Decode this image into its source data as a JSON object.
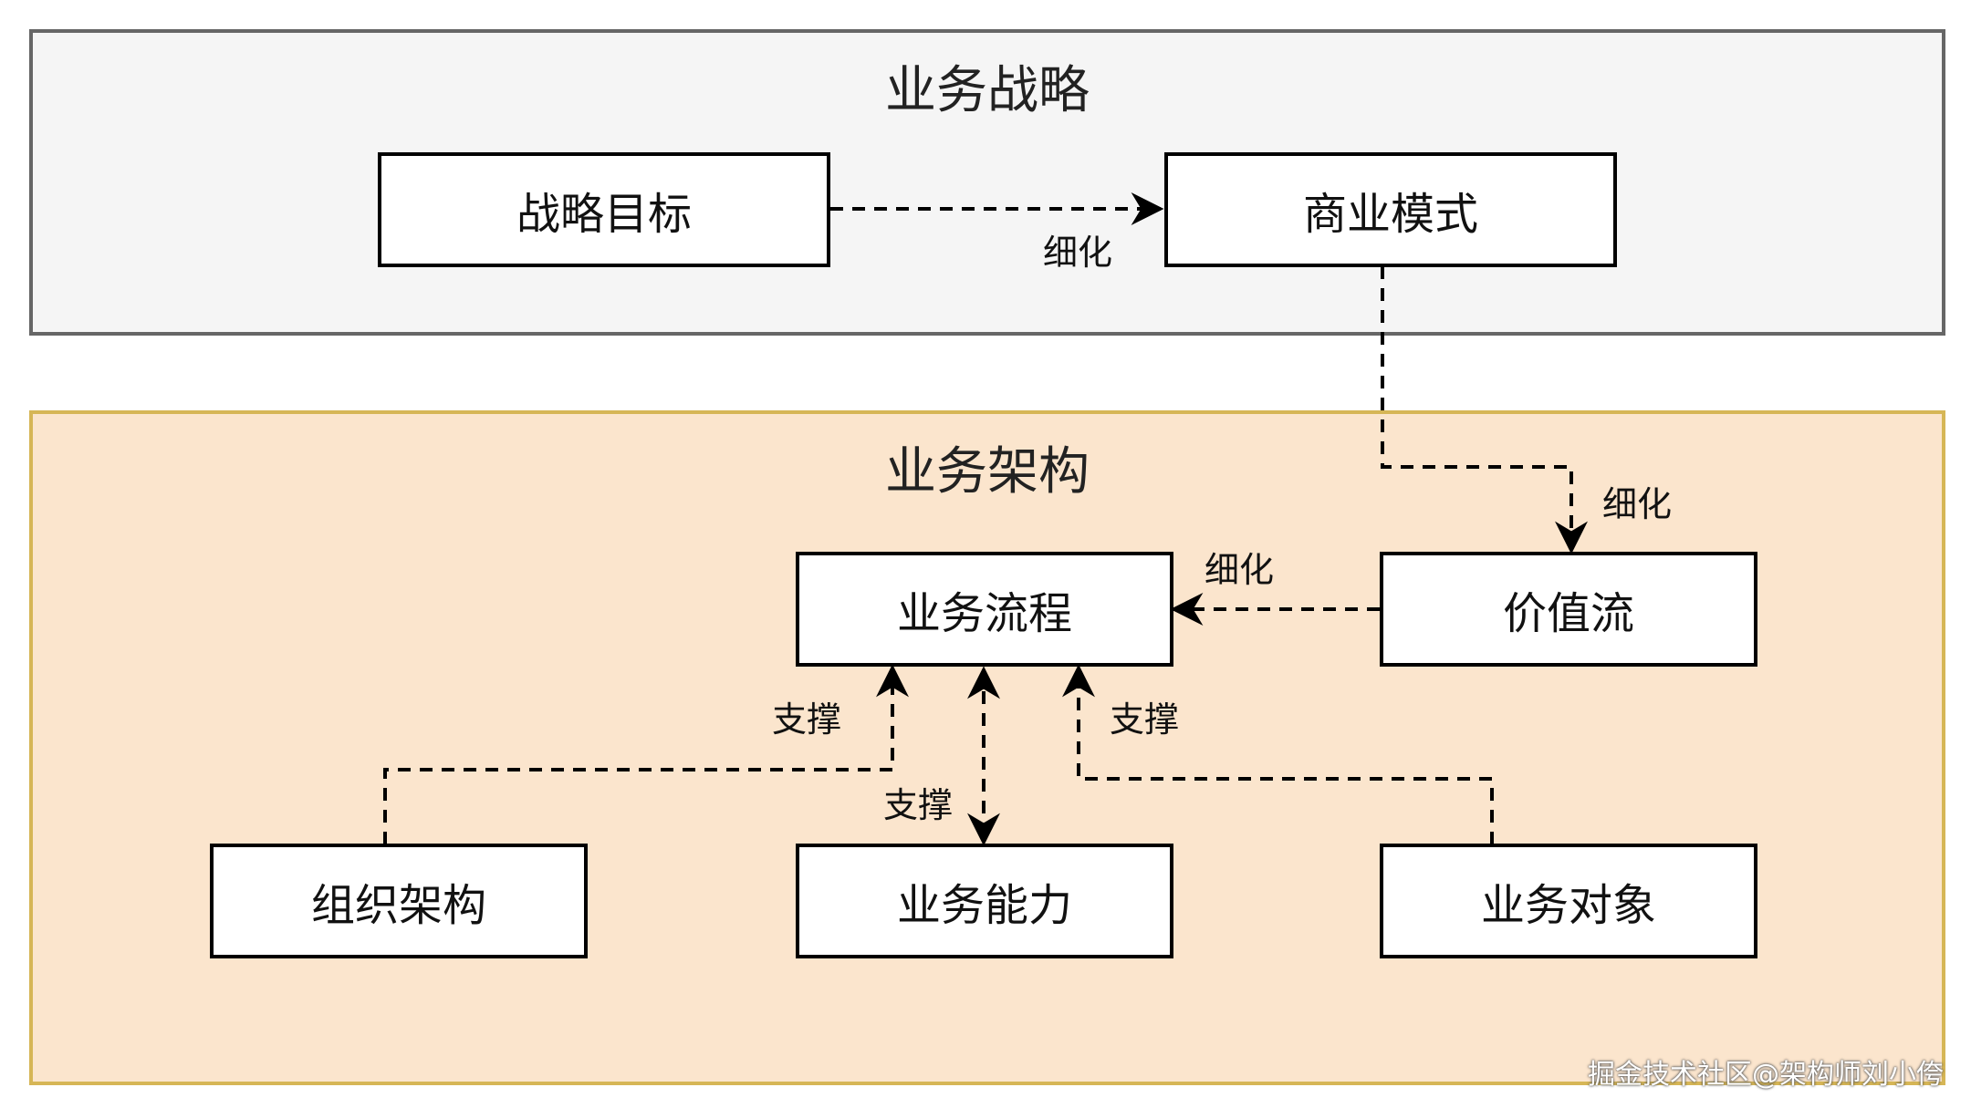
{
  "regions": {
    "strategy": {
      "title": "业务战略"
    },
    "architecture": {
      "title": "业务架构"
    }
  },
  "nodes": {
    "strategic_goal": "战略目标",
    "business_model": "商业模式",
    "business_process": "业务流程",
    "value_stream": "价值流",
    "organization": "组织架构",
    "business_capability": "业务能力",
    "business_object": "业务对象"
  },
  "edge_labels": {
    "goal_to_model": "细化",
    "model_to_value": "细化",
    "value_to_process": "细化",
    "org_to_process": "支撑",
    "capability_process": "支撑",
    "object_to_process": "支撑"
  },
  "watermark": "掘金技术社区@架构师刘小侉",
  "colors": {
    "strategy_fill": "#f5f5f5",
    "strategy_border": "#666666",
    "architecture_fill": "#fbe5cd",
    "architecture_border": "#d6b656",
    "node_fill": "#ffffff",
    "node_border": "#000000"
  }
}
